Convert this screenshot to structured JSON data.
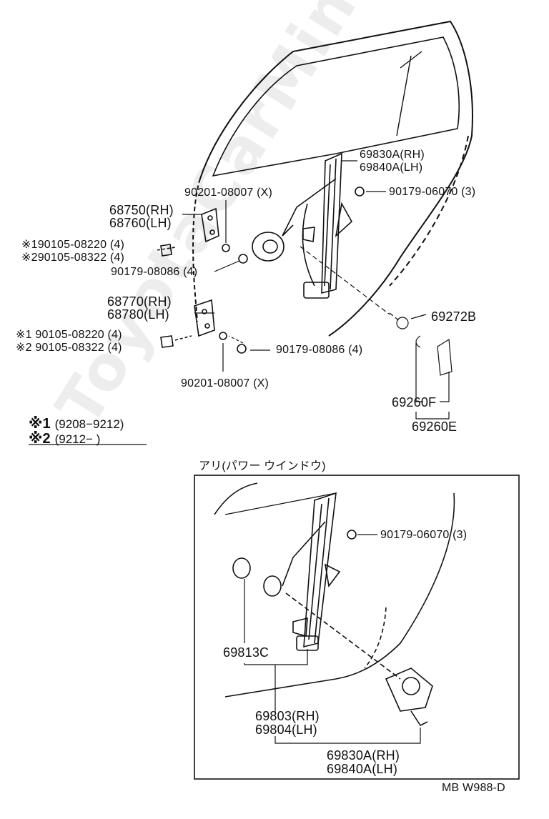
{
  "watermark": "ToyotaCarMine.ru",
  "diagram_code": "MB W988-D",
  "section_power": "アリ(パワー ウインドウ)",
  "legend": [
    {
      "mark": "※1",
      "range": "(9208−9212)"
    },
    {
      "mark": "※2",
      "range": "(9212−        )"
    }
  ],
  "labels": {
    "regulator_rh": "69830A(RH)",
    "regulator_lh": "69840A(LH)",
    "bolt_top": "90179-06070 (3)",
    "washer_top": "90201-08007 (X)",
    "hinge_upper_rh": "68750(RH)",
    "hinge_upper_lh": "68760(LH)",
    "bolt_1_upper": "※190105-08220 (4)",
    "bolt_2_upper": "※290105-08322 (4)",
    "nut_upper": "90179-08086 (4)",
    "hinge_lower_rh": "68770(RH)",
    "hinge_lower_lh": "68780(LH)",
    "bolt_1_lower": "※1 90105-08220 (4)",
    "bolt_2_lower": "※2 90105-08322 (4)",
    "nut_lower": "90179-08086 (4)",
    "washer_bottom": "90201-08007 (X)",
    "clip": "69272B",
    "handle_clip": "69260F",
    "handle": "69260E",
    "pw_bolt": "90179-06070 (3)",
    "pw_motor_part": "69813C",
    "pw_regulator_rh": "69803(RH)",
    "pw_regulator_lh": "69804(LH)",
    "pw_motor_rh": "69830A(RH)",
    "pw_motor_lh": "69840A(LH)"
  }
}
